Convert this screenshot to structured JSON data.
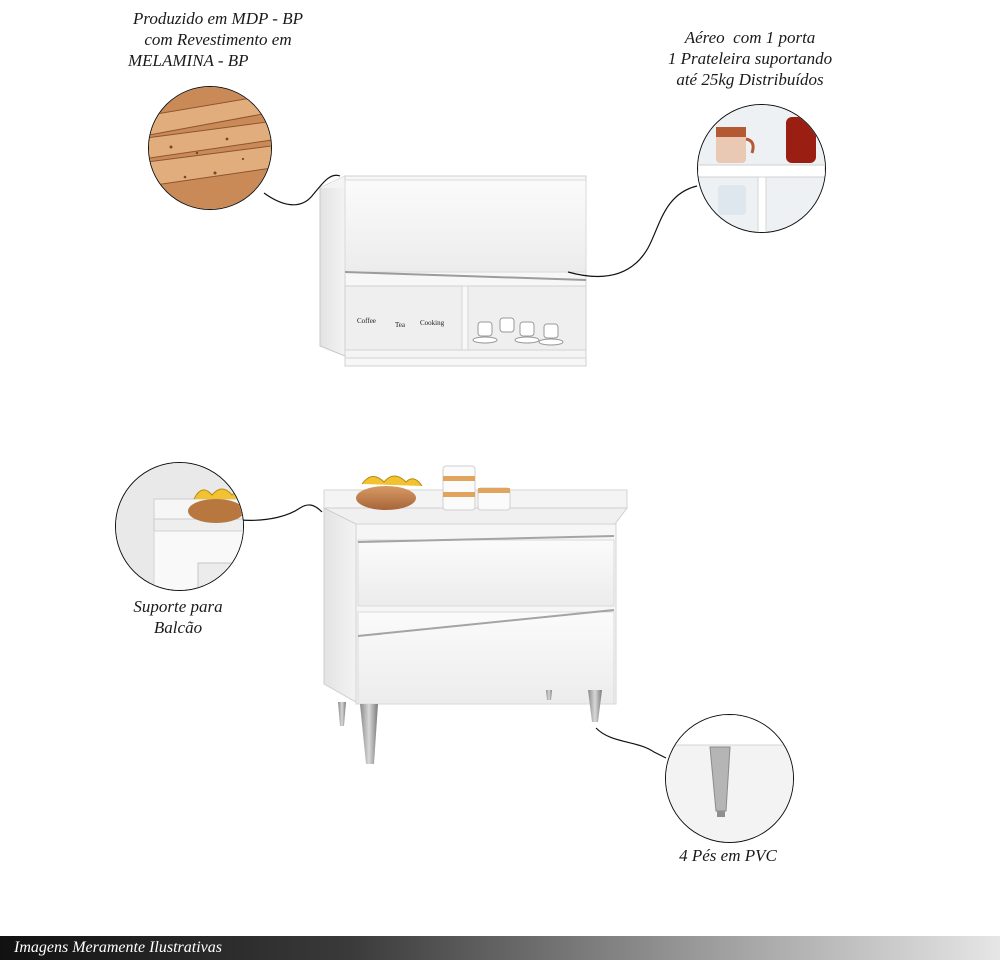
{
  "callouts": {
    "material": {
      "lines": [
        "Produzido em MDP - BP",
        "com Revestimento em",
        "MELAMINA - BP"
      ]
    },
    "upper_cabinet": {
      "lines": [
        "Aéreo  com 1 porta",
        "1 Prateleira suportando",
        "até 25kg Distribuídos"
      ]
    },
    "counter_support": {
      "lines": [
        "Suporte para",
        "Balcão"
      ]
    },
    "feet": {
      "lines": [
        "4 Pés em PVC"
      ]
    }
  },
  "product_labels": {
    "canisters": [
      "Coffee",
      "Tea",
      "Cooking"
    ]
  },
  "footer": {
    "disclaimer": "Imagens Meramente Ilustrativas"
  }
}
